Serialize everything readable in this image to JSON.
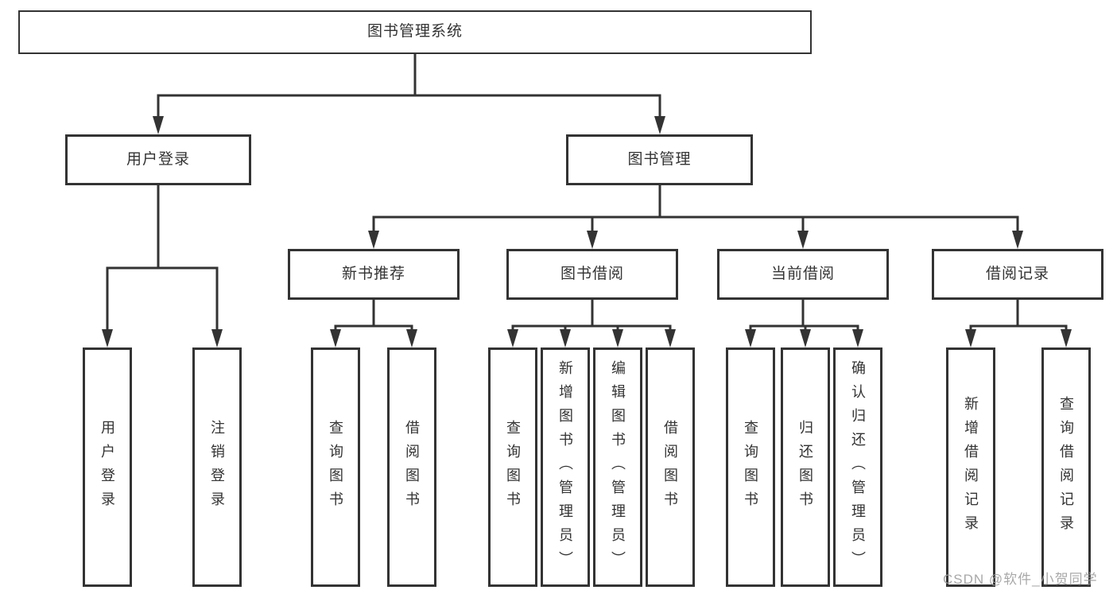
{
  "diagram": {
    "root": "图书管理系统",
    "level2": {
      "user_login": "用户登录",
      "book_management": "图书管理"
    },
    "level3": {
      "new_book_recommend": "新书推荐",
      "book_borrowing": "图书借阅",
      "current_borrowing": "当前借阅",
      "borrowing_records": "借阅记录"
    },
    "leaves": {
      "user_login": "用户登录",
      "logout": "注销登录",
      "nb_query_books": "查询图书",
      "nb_borrow_books": "借阅图书",
      "bb_query_books": "查询图书",
      "bb_add_books_admin": "新增图书（管理员）",
      "bb_edit_books_admin": "编辑图书（管理员）",
      "bb_borrow_books": "借阅图书",
      "cb_query_books": "查询图书",
      "cb_return_books": "归还图书",
      "cb_confirm_return_admin": "确认归还（管理员）",
      "br_add_record": "新增借阅记录",
      "br_query_record": "查询借阅记录"
    }
  },
  "watermark": "CSDN @软件_小贺同学",
  "colors": {
    "line": "#333333",
    "box_fill": "#ffffff",
    "text": "#333333",
    "watermark": "#9e9e9e"
  }
}
